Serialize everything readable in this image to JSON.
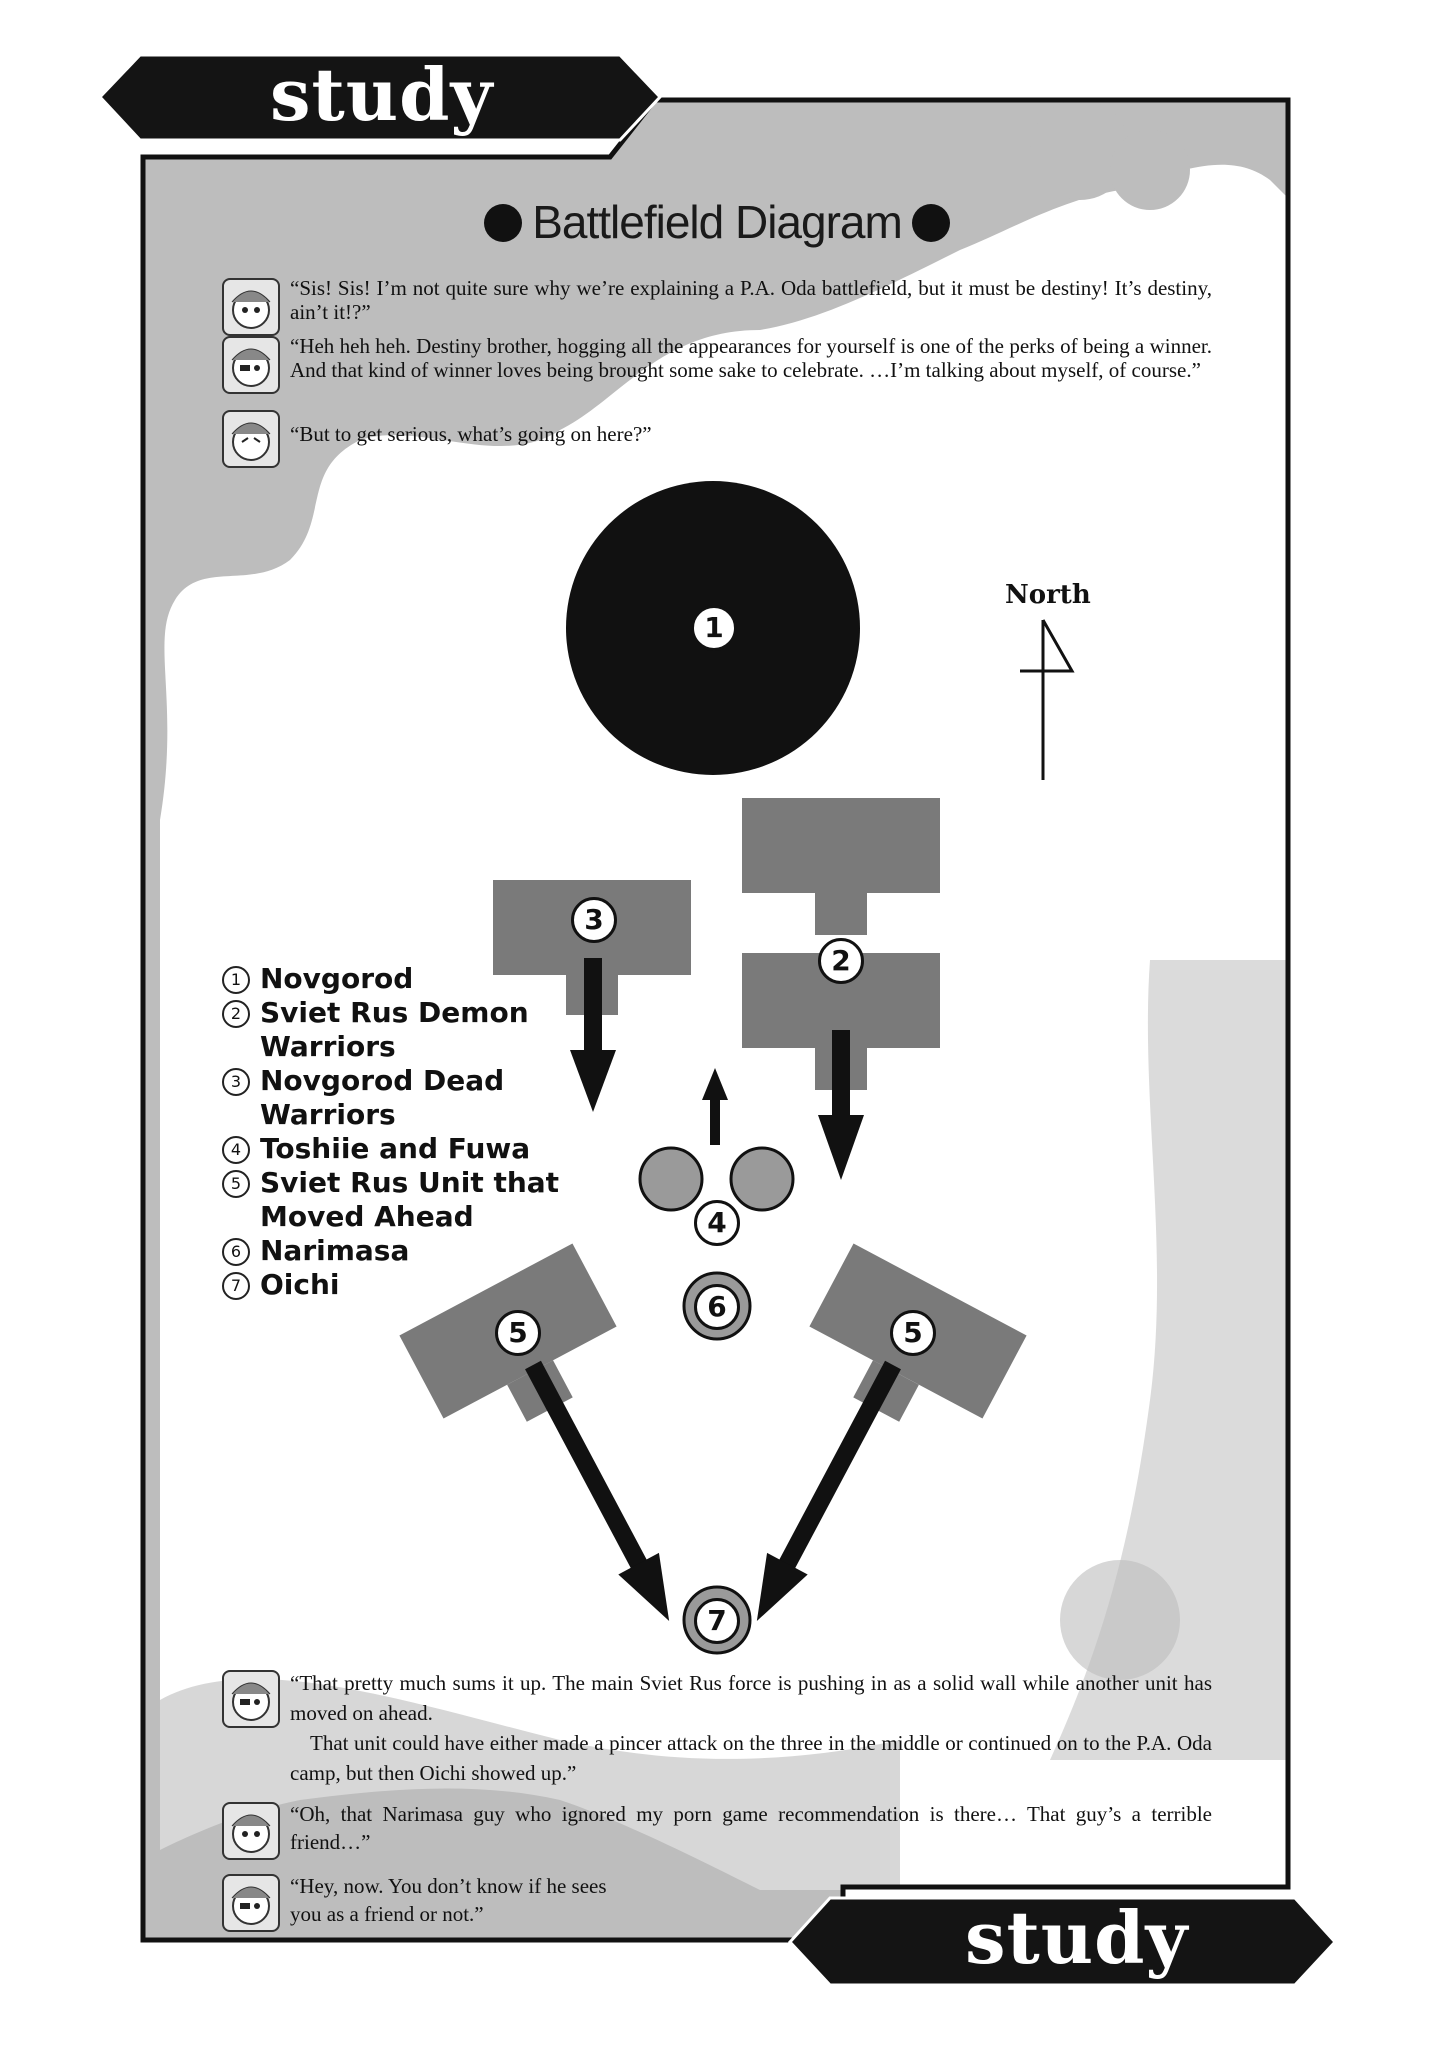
{
  "banner_top": "study",
  "banner_bottom": "study",
  "title": "Battlefield Diagram",
  "dialogue_top": [
    {
      "avatar": "character-avatar",
      "text": "“Sis! Sis! I’m not quite sure why we’re explaining a P.A. Oda battlefield, but it must be destiny! It’s destiny, ain’t it!?”"
    },
    {
      "avatar": "character-avatar",
      "text": "“Heh heh heh. Destiny brother, hogging all the appearances for yourself is one of the perks of being a winner. And that kind of winner loves being brought some sake to celebrate. …I’m talking about myself, of course.”"
    },
    {
      "avatar": "character-avatar",
      "text": "“But to get serious, what’s going on here?”"
    }
  ],
  "compass_label": "North",
  "markers": [
    "1",
    "2",
    "3",
    "4",
    "5",
    "5",
    "6",
    "7"
  ],
  "legend": [
    {
      "num": "1",
      "label": "Novgorod"
    },
    {
      "num": "2",
      "label": "Sviet Rus Demon Warriors"
    },
    {
      "num": "3",
      "label": "Novgorod Dead Warriors"
    },
    {
      "num": "4",
      "label": "Toshiie and Fuwa"
    },
    {
      "num": "5",
      "label": "Sviet Rus Unit that Moved Ahead"
    },
    {
      "num": "6",
      "label": "Narimasa"
    },
    {
      "num": "7",
      "label": "Oichi"
    }
  ],
  "dialogue_bottom": [
    {
      "avatar": "character-avatar",
      "text": "“That pretty much sums it up. The main Sviet Rus force is pushing in as a solid wall while another unit has moved on ahead.",
      "text2": "That unit could have either made a pincer attack on the three in the middle or continued on to the P.A. Oda camp, but then Oichi showed up.”"
    },
    {
      "avatar": "character-avatar",
      "text": "“Oh, that Narimasa guy who ignored my porn game recommendation is there… That guy’s a terrible friend…”"
    },
    {
      "avatar": "character-avatar",
      "text": "“Hey, now. You don’t know if he sees you as a friend or not.”"
    }
  ],
  "colors": {
    "panel": "#bdbdbd",
    "unit": "#7a7a7a",
    "ink": "#111111",
    "circle_small": "#9a9a9a"
  }
}
